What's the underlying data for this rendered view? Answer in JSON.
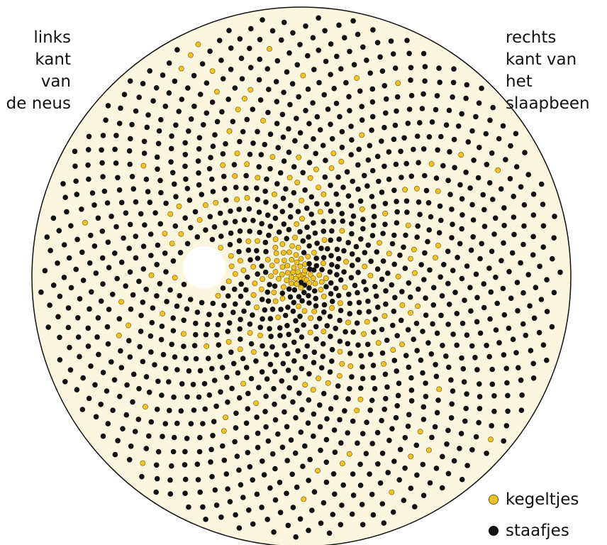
{
  "labels": {
    "left": [
      "links",
      "kant van",
      "de neus"
    ],
    "right": [
      "rechts",
      "kant van het",
      "slaapbeen"
    ]
  },
  "legend": {
    "cones": "kegeltjes",
    "rods": "staafjes"
  },
  "colors": {
    "background": "#fbf6df",
    "border": "#111111",
    "cone": "#f3c321",
    "cone_edge": "#6b5400",
    "rod": "#111111",
    "blind_spot": "#ffffff"
  }
}
